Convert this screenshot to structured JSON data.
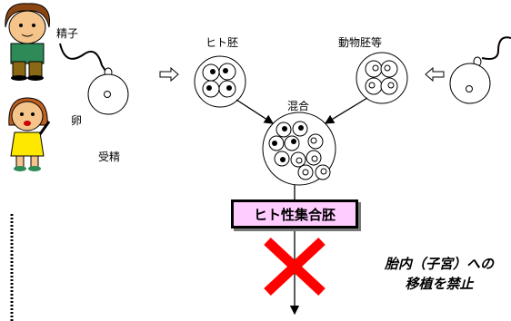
{
  "labels": {
    "sperm": "精子",
    "egg": "卵",
    "fertilization": "受精",
    "human_embryo": "ヒト胚",
    "animal_embryo": "動物胚等",
    "mixing": "混合",
    "aggregate_embryo": "ヒト性集合胚",
    "prohibition_line1": "胎内（子宮）への",
    "prohibition_line2": "移植を禁止"
  },
  "colors": {
    "box_fill": "#ffccff",
    "cross": "#ff0000"
  }
}
